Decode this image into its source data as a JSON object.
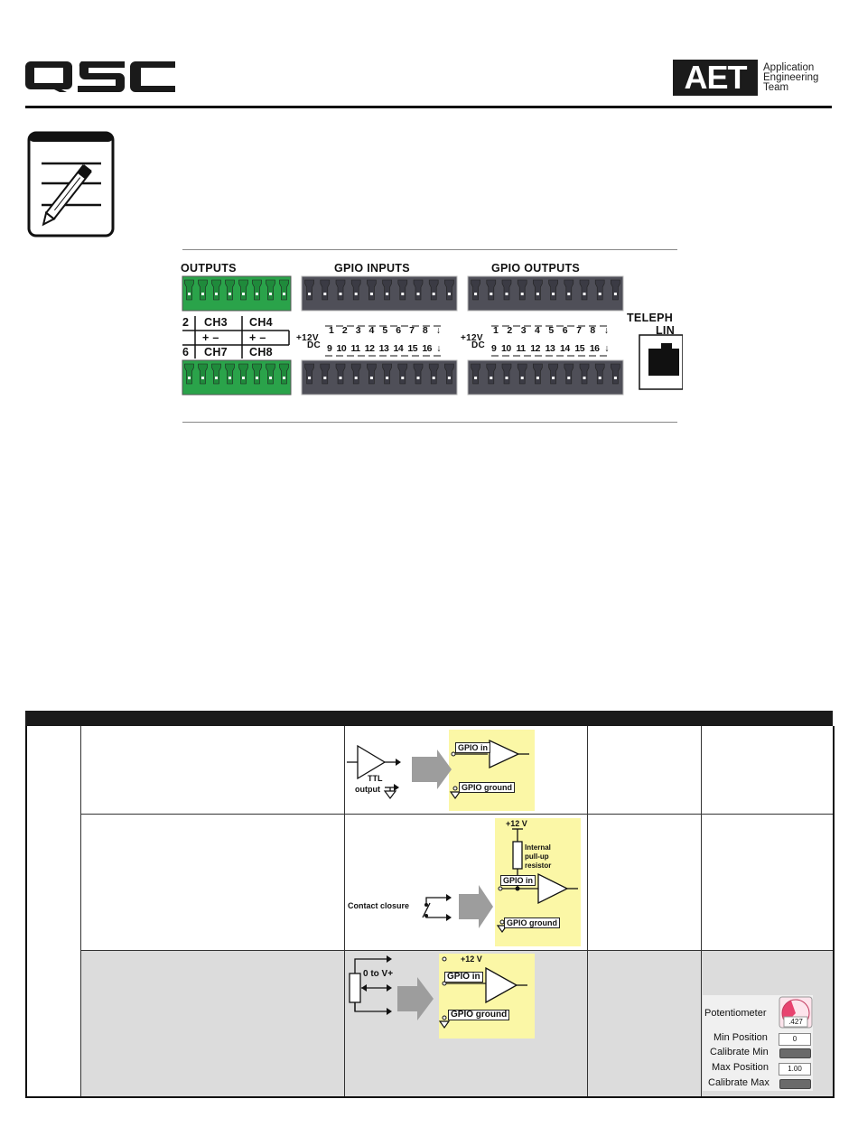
{
  "header": {
    "brand": "QSC",
    "aet_mark": "AET",
    "aet_lines": [
      "Application",
      "Engineering",
      "Team"
    ]
  },
  "icons": {
    "note": "note-pencil-icon"
  },
  "rear_panel": {
    "outputs_title": "OUTPUTS",
    "gpio_inputs_title": "GPIO INPUTS",
    "gpio_outputs_title": "GPIO OUTPUTS",
    "channel_row_top": [
      "2",
      "CH3",
      "CH4"
    ],
    "channel_row_bottom": [
      "6",
      "CH7",
      "CH8"
    ],
    "polarity": "+ –",
    "supply_top": "+12V",
    "supply_bottom": "DC",
    "pins_top": [
      "1",
      "2",
      "3",
      "4",
      "5",
      "6",
      "7",
      "8"
    ],
    "pins_bottom": [
      "9",
      "10",
      "11",
      "12",
      "13",
      "14",
      "15",
      "16"
    ],
    "telephone_line_1": "TELEPH",
    "telephone_line_2": "LIN",
    "colors": {
      "green_terminal": "#2aa34a",
      "gray_terminal": "#505058"
    }
  },
  "table": {
    "rows": [
      {
        "diagram": {
          "source_label_1": "TTL",
          "source_label_2": "output",
          "gpio_in": "GPIO in",
          "gpio_ground": "GPIO ground"
        }
      },
      {
        "diagram": {
          "supply": "+12 V",
          "resistor_1": "Internal",
          "resistor_2": "pull-up",
          "resistor_3": "resistor",
          "gpio_in": "GPIO in",
          "contact": "Contact closure",
          "gpio_ground": "GPIO ground"
        }
      },
      {
        "diagram": {
          "range": "0 to V+",
          "supply": "+12 V",
          "gpio_in": "GPIO in",
          "gpio_ground": "GPIO ground"
        },
        "control_panel": {
          "title": "Potentiometer",
          "knob_value": ".427",
          "knob_fraction": 0.427,
          "min_position_label": "Min Position",
          "min_position_value": "0",
          "calibrate_min": "Calibrate Min",
          "max_position_label": "Max Position",
          "max_position_value": "1.00",
          "calibrate_max": "Calibrate Max"
        }
      }
    ],
    "colors": {
      "header": "#1a1a1a",
      "highlight": "#fbf7a6",
      "row_shade": "#dcdcdc"
    }
  }
}
